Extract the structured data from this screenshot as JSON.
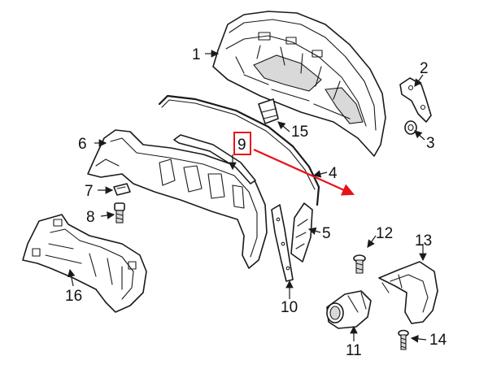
{
  "callouts": {
    "c1": "1",
    "c2": "2",
    "c3": "3",
    "c4": "4",
    "c5": "5",
    "c6": "6",
    "c7": "7",
    "c8": "8",
    "c9": "9",
    "c10": "10",
    "c11": "11",
    "c12": "12",
    "c13": "13",
    "c14": "14",
    "c15": "15",
    "c16": "16"
  },
  "highlight": {
    "callout": "9",
    "color": "#e8111a"
  },
  "colors": {
    "line": "#1a1a1a",
    "shade": "#d9d9d9",
    "background": "#ffffff"
  }
}
